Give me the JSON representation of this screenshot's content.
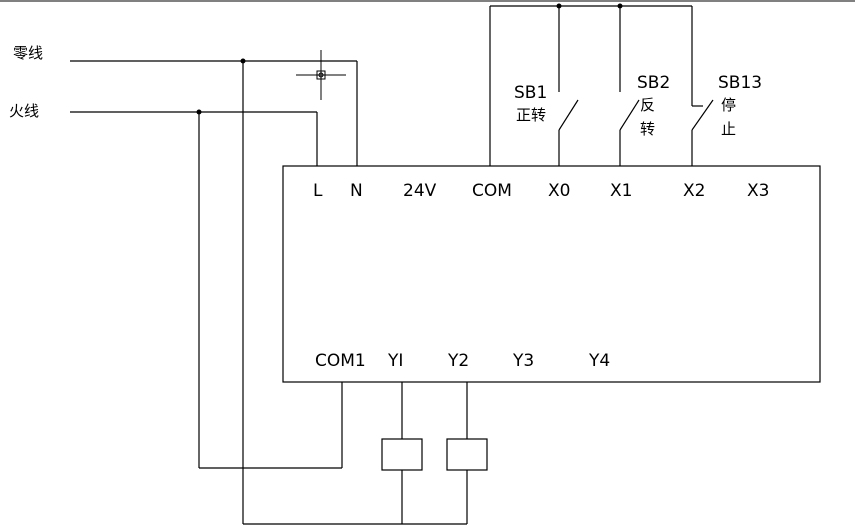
{
  "wires": {
    "neutral_label": "零线",
    "live_label": "火线"
  },
  "plc": {
    "top_terminals": [
      "L",
      "N",
      "24V",
      "COM",
      "X0",
      "X1",
      "X2",
      "X3"
    ],
    "bottom_terminals": [
      "COM1",
      "YI",
      "Y2",
      "Y3",
      "Y4"
    ]
  },
  "switches": [
    {
      "id": "SB1",
      "label_lines": [
        "正转"
      ]
    },
    {
      "id": "SB2",
      "label_lines": [
        "反",
        "转"
      ]
    },
    {
      "id": "SB13",
      "label_lines": [
        "停",
        "止"
      ]
    }
  ],
  "colors": {
    "line": "#000000",
    "background": "#ffffff"
  }
}
